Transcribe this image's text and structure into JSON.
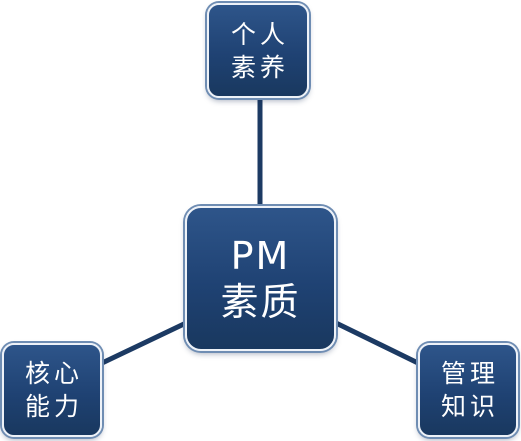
{
  "diagram": {
    "center": {
      "line1": "PM",
      "line2": "素质"
    },
    "nodes": {
      "top": {
        "line1": "个人",
        "line2": "素养"
      },
      "left": {
        "line1": "核心",
        "line2": "能力"
      },
      "right": {
        "line1": "管理",
        "line2": "知识"
      }
    },
    "colors": {
      "node_fill": "#1f4273",
      "node_border": "#eef2f8",
      "connector": "#1c3a63",
      "text": "#ffffff"
    }
  }
}
